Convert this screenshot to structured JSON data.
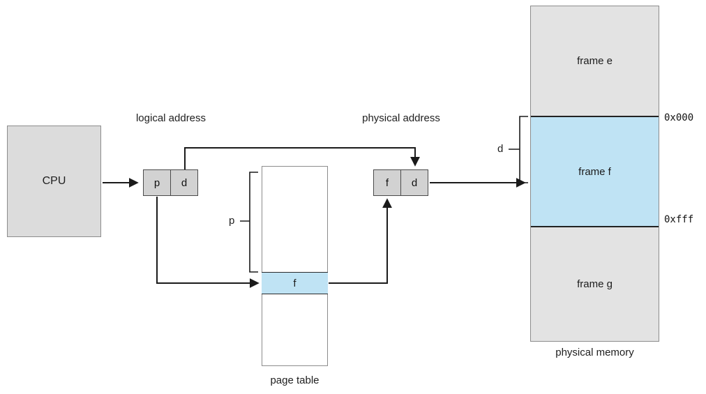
{
  "diagram": {
    "cpu": {
      "label": "CPU"
    },
    "logical_address": {
      "title": "logical address",
      "p_cell": "p",
      "d_cell": "d"
    },
    "physical_address": {
      "title": "physical address",
      "f_cell": "f",
      "d_cell": "d"
    },
    "page_table": {
      "title": "page table",
      "bracket_label": "p",
      "entry_value": "f"
    },
    "physical_memory": {
      "title": "physical memory",
      "bracket_label": "d",
      "frames": [
        {
          "name": "frame e",
          "highlighted": false
        },
        {
          "name": "frame f",
          "highlighted": true
        },
        {
          "name": "frame g",
          "highlighted": false
        }
      ],
      "addresses": {
        "start": "0x000",
        "end": "0xfff"
      }
    },
    "colors": {
      "box_fill": "#dcdcdc",
      "cell_fill": "#d2d2d2",
      "highlight_fill": "#bfe3f4",
      "line": "#1a1a1a"
    }
  }
}
